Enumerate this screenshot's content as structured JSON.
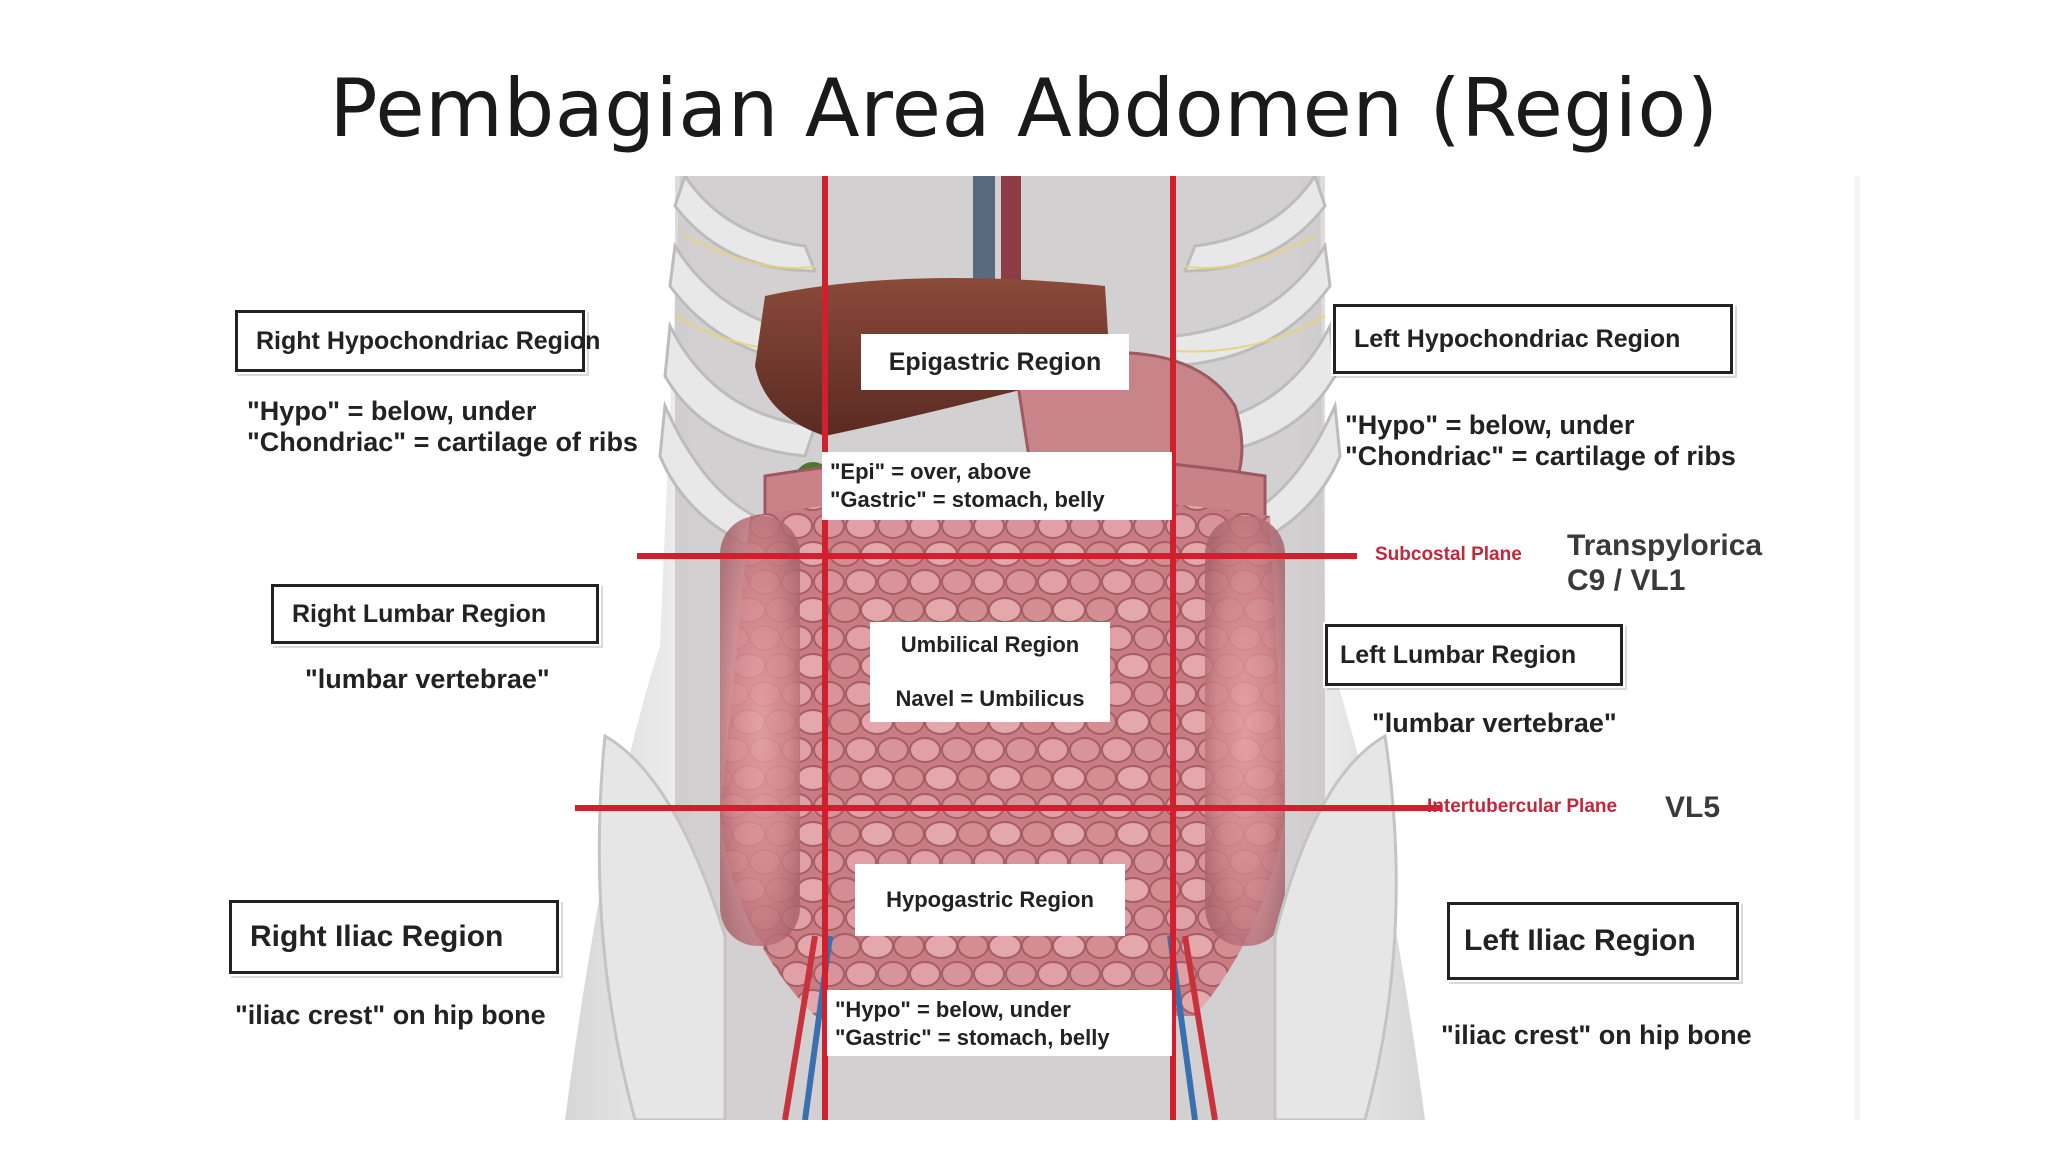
{
  "title": "Pembagian Area Abdomen (Regio)",
  "regions": {
    "right_hypochondriac": {
      "label": "Right Hypochondriac Region",
      "desc_1": "\"Hypo\" = below, under",
      "desc_2": "\"Chondriac\" = cartilage of ribs"
    },
    "epigastric": {
      "label": "Epigastric Region",
      "desc_1": "\"Epi\" = over, above",
      "desc_2": "\"Gastric\" = stomach, belly"
    },
    "left_hypochondriac": {
      "label": "Left Hypochondriac Region",
      "desc_1": "\"Hypo\" = below, under",
      "desc_2": "\"Chondriac\" = cartilage of ribs"
    },
    "right_lumbar": {
      "label": "Right Lumbar Region",
      "desc": "\"lumbar vertebrae\""
    },
    "umbilical": {
      "label": "Umbilical Region",
      "desc": "Navel = Umbilicus"
    },
    "left_lumbar": {
      "label": "Left Lumbar Region",
      "desc": "\"lumbar vertebrae\""
    },
    "right_iliac": {
      "label": "Right Iliac Region",
      "desc": "\"iliac crest\" on hip bone"
    },
    "hypogastric": {
      "label": "Hypogastric Region",
      "desc_1": "\"Hypo\" = below, under",
      "desc_2": "\"Gastric\" = stomach, belly"
    },
    "left_iliac": {
      "label": "Left Iliac Region",
      "desc": "\"iliac crest\" on hip bone"
    }
  },
  "planes": {
    "subcostal": {
      "label": "Subcostal Plane",
      "note_1": "Transpylorica",
      "note_2": "C9 / VL1"
    },
    "intertubercular": {
      "label": "Intertubercular Plane",
      "note": "VL5"
    }
  },
  "colors": {
    "plane_line": "#d0202e",
    "plane_text": "#c2283a",
    "box_border": "#222222"
  }
}
